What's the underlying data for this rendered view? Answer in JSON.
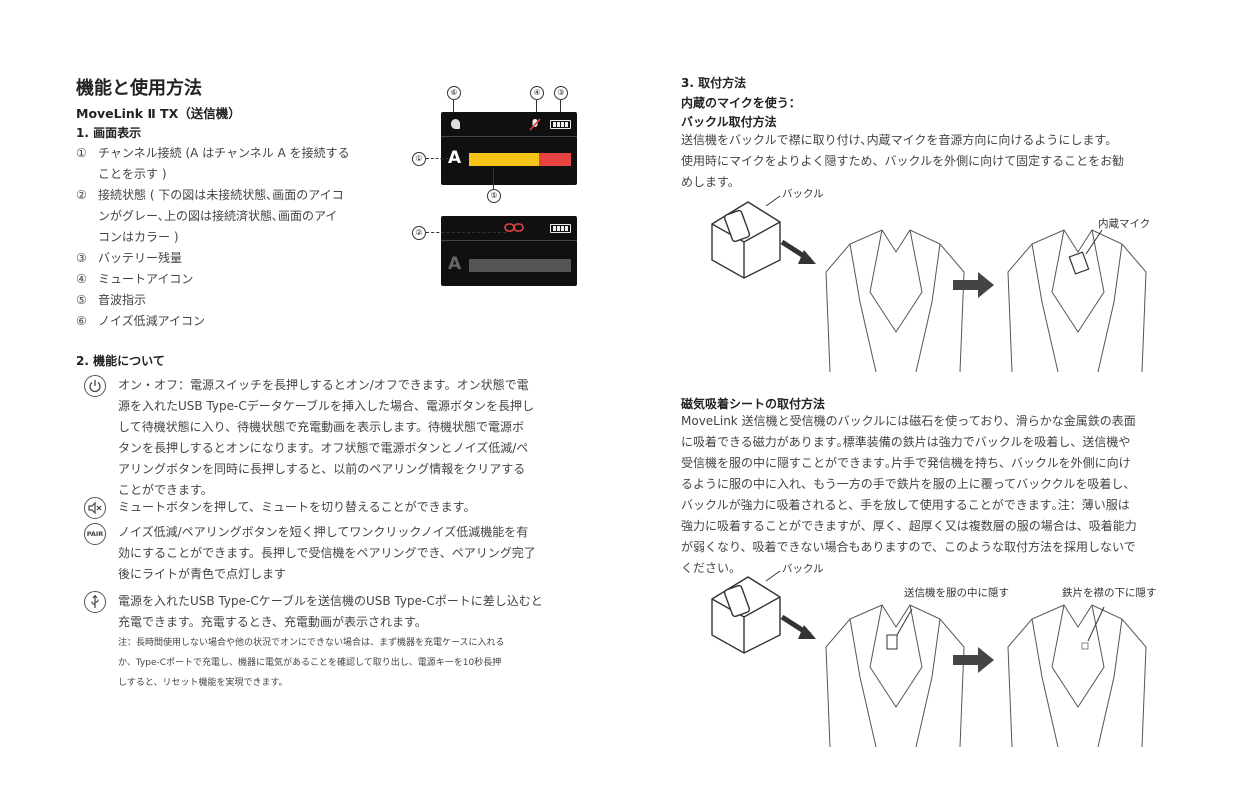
{
  "left": {
    "title": "機能と使用方法",
    "subtitle": "MoveLink Ⅱ TX（送信機）",
    "section1": {
      "heading": "1. 画面表示",
      "items": [
        {
          "num": "①",
          "lines": [
            "チャンネル接続 (A はチャンネル A を接続する",
            "ことを示す )"
          ]
        },
        {
          "num": "②",
          "lines": [
            "接続状態 ( 下の図は未接続状態､画面のアイコ",
            "ンがグレー､上の図は接続済状態､画面のアイ",
            "コンはカラー )"
          ]
        },
        {
          "num": "③",
          "lines": [
            "バッテリー残量"
          ]
        },
        {
          "num": "④",
          "lines": [
            "ミュートアイコン"
          ]
        },
        {
          "num": "⑤",
          "lines": [
            "音波指示"
          ]
        },
        {
          "num": "⑥",
          "lines": [
            "ノイズ低減アイコン"
          ]
        }
      ]
    },
    "screens": {
      "channel": "A",
      "callouts": {
        "c1": "①",
        "c2": "②",
        "c3": "③",
        "c4": "④",
        "c5": "⑤",
        "c6": "⑥"
      },
      "pair_label": "PAIR",
      "colors": {
        "yellow": "#f4c418",
        "red": "#e84343",
        "gray": "#555555"
      }
    },
    "section2": {
      "heading": "2. 機能について",
      "power": [
        "オン・オフ：電源スイッチを長押しするとオン/オフできます。オン状態で電",
        "源を入れたUSB Type-Cデータケーブルを挿入した場合、電源ボタンを長押し",
        "して待機状態に入り、待機状態で充電動画を表示します。待機状態で電源ボ",
        "タンを長押しするとオンになります。オフ状態で電源ボタンとノイズ低減/ペ",
        "アリングボタンを同時に長押しすると、以前のペアリング情報をクリアする",
        "ことができます。"
      ],
      "mute": [
        "ミュートボタンを押して、ミュートを切り替えることができます。"
      ],
      "pair": [
        "ノイズ低減/ペアリングボタンを短く押してワンクリックノイズ低減機能を有",
        "効にすることができます。長押しで受信機をペアリングでき、ペアリング完了",
        "後にライトが青色で点灯します"
      ],
      "usb": [
        "電源を入れたUSB Type-Cケーブルを送信機のUSB Type-Cポートに差し込むと",
        "充電できます。充電するとき、充電動画が表示されます。"
      ],
      "note": [
        "注：長時間使用しない場合や他の状況でオンにできない場合は、まず機器を充電ケースに入れる",
        "か、Type-Cポートで充電し、機器に電気があることを確認して取り出し、電源キーを10秒長押",
        "しすると、リセット機能を実現できます。"
      ]
    }
  },
  "right": {
    "section3": {
      "heading": "3. 取付方法",
      "sub1": "内蔵のマイクを使う：",
      "sub2": "バックル取付方法",
      "text": [
        "送信機をバックルで襟に取り付け､内蔵マイクを音源方向に向けるようにします。",
        "使用時にマイクをよりよく隠すため、バックルを外側に向けて固定することをお勧",
        "めします。"
      ],
      "fig1": {
        "buckle": "バックル",
        "mic": "内蔵マイク"
      }
    },
    "magnet": {
      "heading": "磁気吸着シートの取付方法",
      "text": [
        "MoveLink 送信機と受信機のバックルには磁石を使っており、滑らかな金属鉄の表面",
        "に吸着できる磁力があります｡標準装備の鉄片は強力でバックルを吸着し、送信機や",
        "受信機を服の中に隠すことができます｡片手で発信機を持ち、バックルを外側に向け",
        "るように服の中に入れ、もう一方の手で鉄片を服の上に覆ってバッククルを吸着し、",
        "バックルが強力に吸着されると、手を放して使用することができます｡注：薄い服は",
        "強力に吸着することができますが、厚く、超厚く又は複数層の服の場合は、吸着能力",
        "が弱くなり、吸着できない場合もありますので、このような取付方法を採用しないで",
        "ください。"
      ],
      "fig2": {
        "buckle": "バックル",
        "hide_tx": "送信機を服の中に隠す",
        "hide_plate": "鉄片を襟の下に隠す"
      }
    }
  }
}
